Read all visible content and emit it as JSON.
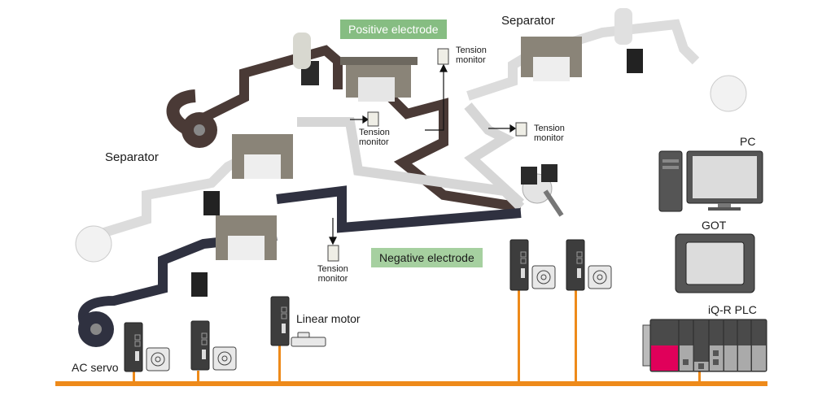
{
  "title": "Battery electrode stacking / winding system configuration",
  "labels": {
    "positive_electrode": "Positive electrode",
    "negative_electrode": "Negative electrode",
    "separator_top": "Separator",
    "separator_left": "Separator",
    "tension_monitor_1": "Tension\nmonitor",
    "tension_monitor_2": "Tension\nmonitor",
    "tension_monitor_3": "Tension\nmonitor",
    "tension_monitor_4": "Tension\nmonitor",
    "pc": "PC",
    "got": "GOT",
    "plc": "iQ-R PLC",
    "linear_motor": "Linear motor",
    "ac_servo": "AC servo"
  },
  "tension_monitor": {
    "line1": "Tension",
    "line2": "monitor"
  },
  "colors": {
    "network_line": "#ee8a1a",
    "positive_band": "#4a3a36",
    "negative_band": "#2f3140",
    "separator_band": "#d9d9d9",
    "plc_accent": "#e0005a",
    "label_green": "#86bd82",
    "device_dark": "#3d3d3d",
    "screen_gray": "#d9d9d9"
  },
  "devices": {
    "servo_amplifiers": 4,
    "linear_motor_amplifiers": 1,
    "plc_slots": 7
  }
}
